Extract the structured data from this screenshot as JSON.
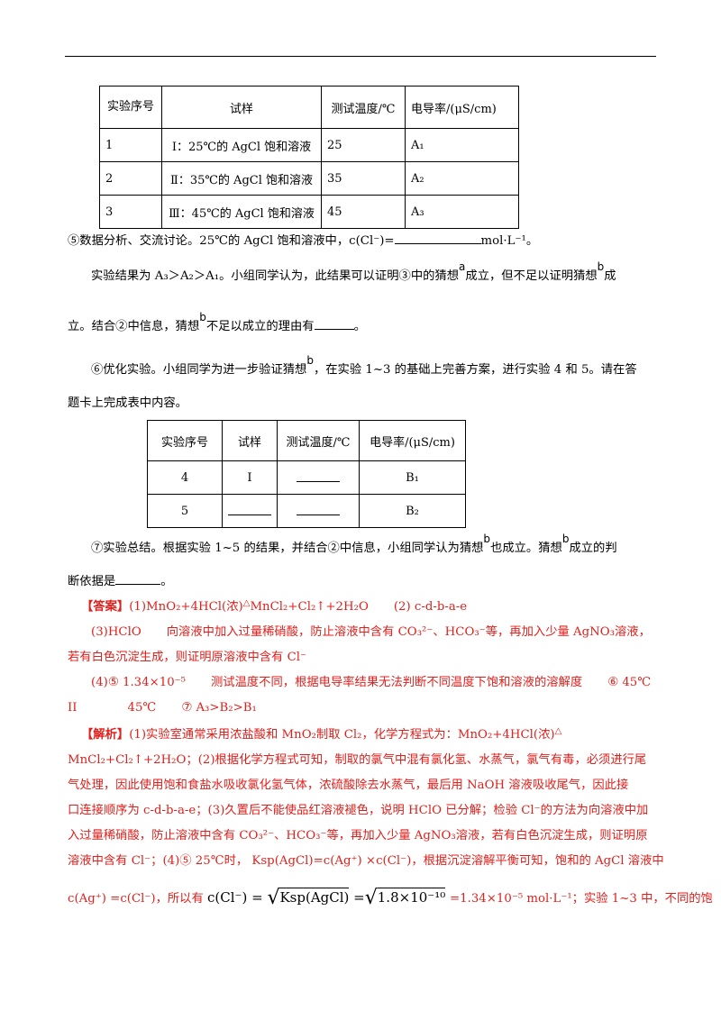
{
  "table1": {
    "headers": [
      "实验序号",
      "试样",
      "测试温度/℃",
      "电导率/(μS/cm)"
    ],
    "rows": [
      [
        "1",
        "Ⅰ：25℃的 AgCl 饱和溶液",
        "25",
        "A₁"
      ],
      [
        "2",
        "Ⅱ：35℃的 AgCl 饱和溶液",
        "35",
        "A₂"
      ],
      [
        "3",
        "Ⅲ：45℃的 AgCl 饱和溶液",
        "45",
        "A₃"
      ]
    ]
  },
  "text": {
    "p5": "⑤数据分析、交流讨论。25℃的 AgCl 饱和溶液中，c(Cl⁻)=",
    "p5_unit": "mol·L⁻¹。",
    "p6a": "实验结果为 A₃＞A₂＞A₁。小组同学认为，此结果可以证明③中的猜想",
    "p6b": "成立，但不足以证明猜想",
    "p6c": "成",
    "p7a": "立。结合②中信息，猜想",
    "p7b": "不足以成立的理由有",
    "p7c": "。",
    "p8a": "⑥优化实验。小组同学为进一步验证猜想",
    "p8b": "，在实验 1~3 的基础上完善方案，进行实验 4 和 5。请在答",
    "p9": "题卡上完成表中内容。",
    "p10a": "⑦实验总结。根据实验 1~5 的结果，并结合②中信息，小组同学认为猜想",
    "p10b": "也成立。猜想",
    "p10c": "成立的判",
    "p11a": "断依据是",
    "p11b": "。",
    "guess_a": "a",
    "guess_b": "b"
  },
  "table2": {
    "headers": [
      "实验序号",
      "试样",
      "测试温度/℃",
      "电导率/(μS/cm)"
    ],
    "rows": [
      [
        "4",
        "Ⅰ",
        "",
        "B₁"
      ],
      [
        "5",
        "",
        "",
        "B₂"
      ]
    ]
  },
  "answer": {
    "label": "【答案】",
    "l1a": "(1)MnO₂+4HCl(浓)",
    "l1b": "MnCl₂+Cl₂↑+2H₂O",
    "l1c": "(2) c-d-b-a-e",
    "l2a": "(3)HClO",
    "l2b": "向溶液中加入过量稀硝酸，防止溶液中含有 CO₃²⁻、HCO₃⁻等，再加入少量 AgNO₃溶液，",
    "l3": "若有白色沉淀生成，则证明原溶液中含有 Cl⁻",
    "l4a": "(4)⑤ 1.34×10⁻⁵",
    "l4b": "测试温度不同，根据电导率结果无法判断不同温度下饱和溶液的溶解度",
    "l4c": "⑥  45℃",
    "l5a": "II",
    "l5b": "45℃",
    "l5c": "⑦ A₃>B₂>B₁"
  },
  "analysis": {
    "label": "【解析】",
    "l1": "(1)实验室通常采用浓盐酸和 MnO₂制取 Cl₂，化学方程式为：MnO₂+4HCl(浓)",
    "l2": "MnCl₂+Cl₂↑+2H₂O；(2)根据化学方程式可知，制取的氯气中混有氯化氢、水蒸气，氯气有毒，必须进行尾",
    "l3": "气处理，因此使用饱和食盐水吸收氯化氢气体，浓硫酸除去水蒸气，最后用 NaOH 溶液吸收尾气，因此接",
    "l4": "口连接顺序为 c-d-b-a-e；(3)久置后不能使品红溶液褪色，说明 HClO 已分解；检验 Cl⁻的方法为向溶液中加",
    "l5": "入过量稀硝酸，防止溶液中含有 CO₃²⁻、HCO₃⁻等，再加入少量 AgNO₃溶液，若有白色沉淀生成，则证明原",
    "l6": "溶液中含有 Cl⁻；(4)⑤ 25℃时，  Ksp(AgCl)=c(Ag⁺) ×c(Cl⁻)，根据沉淀溶解平衡可知，饱和的 AgCl 溶液中",
    "l7a": "c(Ag⁺) =c(Cl⁻)，所以有",
    "l7_formula_lhs": "c(Cl⁻) =",
    "l7_formula_ksp": "Ksp(AgCl)",
    "l7_formula_val": "1.8×10⁻¹⁰",
    "l7b": "=1.34×10⁻⁵  mol·L⁻¹；实验 1~3 中，不同的饱"
  },
  "colors": {
    "answer_red": "#e0201c"
  },
  "icons": {
    "heating": "delta-triangle"
  }
}
